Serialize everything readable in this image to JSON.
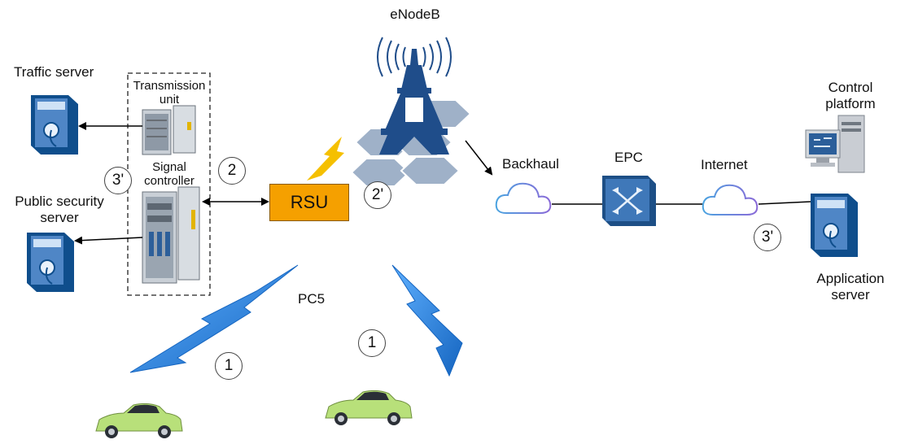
{
  "nodes": {
    "enodeb": "eNodeB",
    "traffic_server": "Traffic server",
    "transmission_unit": "Transmission unit",
    "signal_controller": "Signal controller",
    "public_security_server": "Public security server",
    "rsu": "RSU",
    "backhaul": "Backhaul",
    "epc": "EPC",
    "internet": "Internet",
    "control_platform": "Control platform",
    "application_server": "Application server",
    "pc5": "PC5"
  },
  "steps": {
    "step_2": "2",
    "step_2_prime": "2'",
    "step_3_prime_left": "3'",
    "step_3_prime_right": "3'",
    "step_1_left": "1",
    "step_1_right": "1"
  },
  "colors": {
    "rsu_fill": "#f5a000",
    "tower": "#1f4d8a",
    "hex_cells": "#9fb1c8",
    "radio_link": "#2f7fd0",
    "car": "#b8e07a",
    "cloud_outline": "#5a8fd8"
  }
}
